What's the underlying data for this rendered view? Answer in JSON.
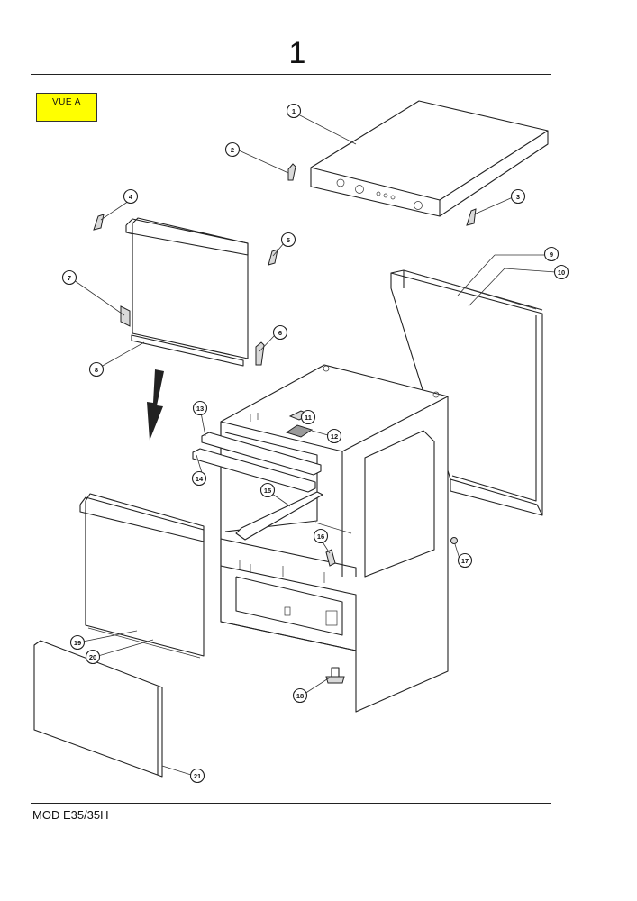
{
  "page": {
    "number": "1",
    "view_label": "VUE A",
    "model": "MOD  E35/35H"
  },
  "callouts": [
    {
      "num": "1"
    },
    {
      "num": "2"
    },
    {
      "num": "3"
    },
    {
      "num": "4"
    },
    {
      "num": "5"
    },
    {
      "num": "6"
    },
    {
      "num": "7"
    },
    {
      "num": "8"
    },
    {
      "num": "9"
    },
    {
      "num": "10"
    },
    {
      "num": "11"
    },
    {
      "num": "12"
    },
    {
      "num": "13"
    },
    {
      "num": "14"
    },
    {
      "num": "15"
    },
    {
      "num": "16"
    },
    {
      "num": "17"
    },
    {
      "num": "18"
    },
    {
      "num": "19"
    },
    {
      "num": "20"
    },
    {
      "num": "21"
    }
  ]
}
